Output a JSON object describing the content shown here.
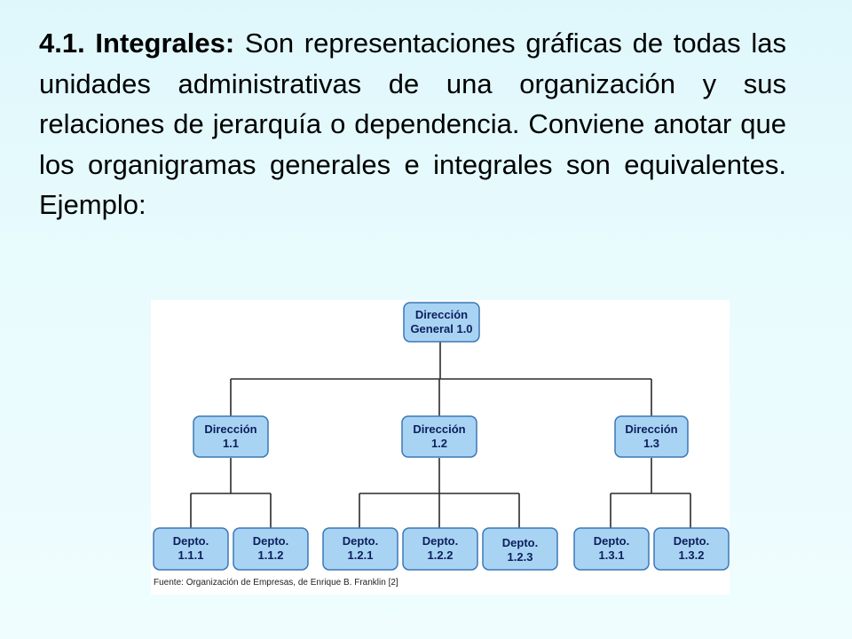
{
  "paragraph": {
    "lead": "4.1. Integrales:",
    "body": " Son representaciones gráficas de todas las unidades administrativas de una organización y sus relaciones de jerarquía o dependencia. Conviene anotar que los organigramas generales e integrales son equivalentes. Ejemplo:"
  },
  "org_chart": {
    "root": {
      "line1": "Dirección",
      "line2": "General 1.0"
    },
    "level2": [
      {
        "line1": "Dirección",
        "line2": "1.1"
      },
      {
        "line1": "Dirección",
        "line2": "1.2"
      },
      {
        "line1": "Dirección",
        "line2": "1.3"
      }
    ],
    "level3": [
      {
        "line1": "Depto.",
        "line2": "1.1.1"
      },
      {
        "line1": "Depto.",
        "line2": "1.1.2"
      },
      {
        "line1": "Depto.",
        "line2": "1.2.1"
      },
      {
        "line1": "Depto.",
        "line2": "1.2.2"
      },
      {
        "line1": "Depto.",
        "line2": "1.2.3"
      },
      {
        "line1": "Depto.",
        "line2": "1.3.1"
      },
      {
        "line1": "Depto.",
        "line2": "1.3.2"
      }
    ],
    "source": "Fuente: Organización de Empresas, de Enrique B. Franklin [2]",
    "colors": {
      "box_fill": "#a9d3f3",
      "box_border": "#3b78b6",
      "box_text": "#0b1f5c",
      "connector": "#2a2a2a"
    }
  }
}
